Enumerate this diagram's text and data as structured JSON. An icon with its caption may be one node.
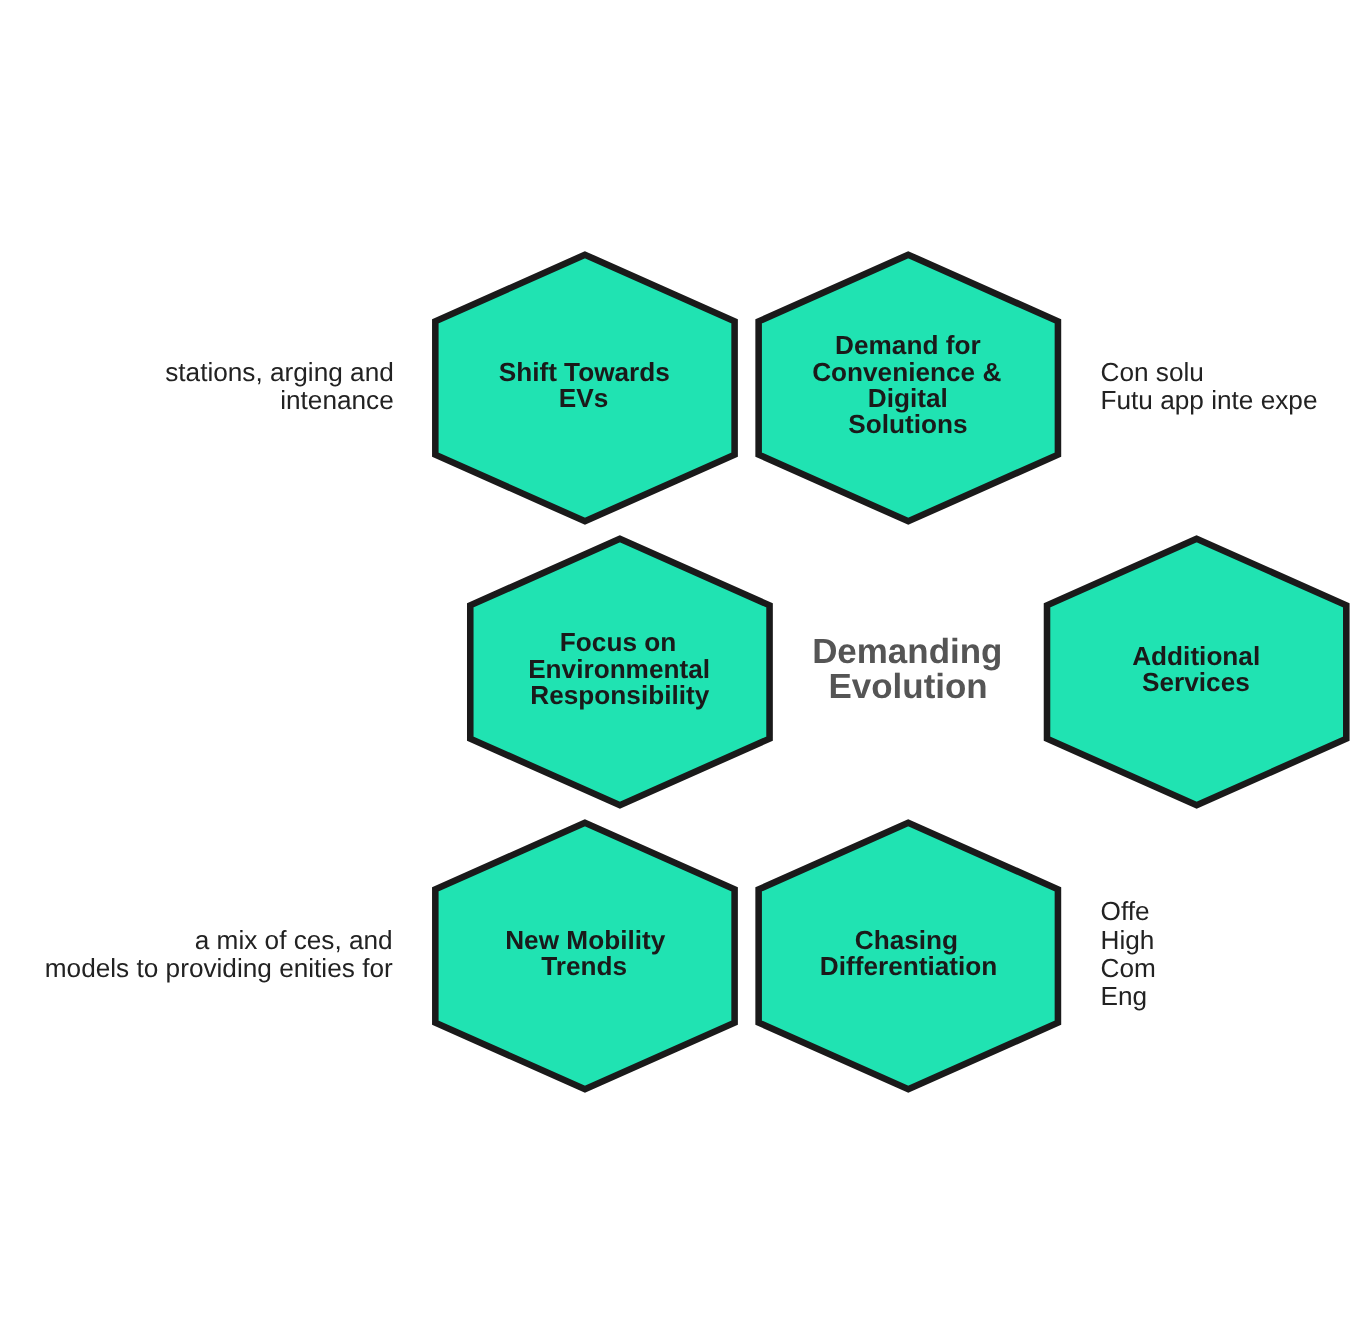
{
  "diagram": {
    "nodes": [
      {
        "text": [
          "Shift Towards EVs"
        ]
      },
      {
        "text": [
          "Demand for Convenience & Digital Solutions"
        ]
      },
      {
        "text": [
          "Focus on Environmental Responsibility"
        ]
      },
      {
        "text": [
          "Additional Services"
        ]
      },
      {
        "text": [
          "New Mobility Trends"
        ]
      },
      {
        "text": [
          "Chasing Differentiation"
        ]
      }
    ],
    "edges": [],
    "labels": [
      "stations, arging and",
      "intenance",
      "Con solu",
      "Futu app inte expe",
      "Demanding Evolution",
      "a mix of ces, and",
      "models to providing enities for",
      "Offe",
      "High",
      "Com",
      "Eng"
    ]
  }
}
